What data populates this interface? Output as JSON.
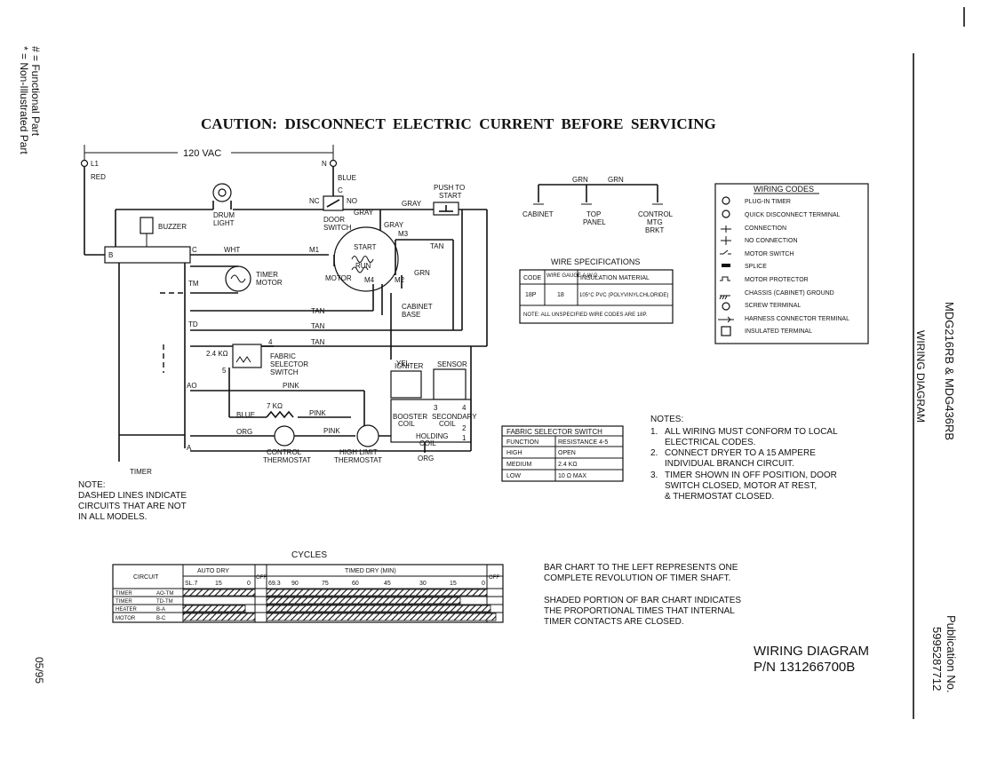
{
  "side_notes": {
    "functional": "# = Functional Part",
    "non_illustrated": "* = Non-Illustrated Part",
    "date": "05/95"
  },
  "right_margin": {
    "models": "MDG216RB & MDG436RB",
    "doc_type": "WIRING DIAGRAM",
    "publication_label": "Publication No.",
    "publication_no": "5995287712"
  },
  "caution": "CAUTION:  DISCONNECT  ELECTRIC  CURRENT  BEFORE  SERVICING",
  "circuit_labels": {
    "vac": "120 VAC",
    "l1": "L1",
    "n": "N",
    "red": "RED",
    "blue": "BLUE",
    "c": "C",
    "nc": "NC",
    "no": "NO",
    "door_switch": [
      "DOOR",
      "SWITCH"
    ],
    "gray": "GRAY",
    "push_to_start": [
      "PUSH TO",
      "START"
    ],
    "drum_light": [
      "DRUM",
      "LIGHT"
    ],
    "buzzer": "BUZZER",
    "wht": "WHT",
    "timer_motor": [
      "TIMER",
      "MOTOR"
    ],
    "tm": "TM",
    "td": "TD",
    "ao": "AO",
    "a": "A",
    "b": "B",
    "c_term": "C",
    "m1": "M1",
    "m2": "M2",
    "m3": "M3",
    "m4": "M4",
    "motor": "MOTOR",
    "start": "START",
    "run": "RUN",
    "tan": "TAN",
    "grn": "GRN",
    "cabinet_base": [
      "CABINET",
      "BASE"
    ],
    "fabric_selector_switch": [
      "FABRIC",
      "SELECTOR",
      "SWITCH"
    ],
    "res_24": "2.4 KΩ",
    "res_7": "7 KΩ",
    "term_4": "4",
    "term_5": "5",
    "pink": "PINK",
    "yel": "YEL",
    "org": "ORG",
    "control_thermostat": [
      "CONTROL",
      "THERMOSTAT"
    ],
    "high_limit_thermostat": [
      "HIGH LIMIT",
      "THERMOSTAT"
    ],
    "timer": "TIMER",
    "booster_coil": [
      "BOOSTER",
      "COIL"
    ],
    "secondary_coil": [
      "SECONDARY",
      "COIL"
    ],
    "holding_coil": [
      "HOLDING",
      "COIL"
    ],
    "sensor": "SENSOR",
    "igniter": "IGNITER",
    "coil_terms": [
      "3",
      "4",
      "2",
      "1"
    ],
    "cabinet": "CABINET",
    "top_panel": [
      "TOP",
      "PANEL"
    ],
    "control_mtg_brkt": [
      "CONTROL",
      "MTG",
      "BRKT"
    ],
    "grn_a": "GRN",
    "grn_b": "GRN"
  },
  "wire_specs": {
    "title": "WIRE SPECIFICATIONS",
    "headers": [
      "CODE",
      "WIRE GAUGE A.W.G.",
      "INSULATION MATERIAL"
    ],
    "row": [
      "18P",
      "18",
      "105°C PVC (POLYVINYLCHLORIDE)"
    ],
    "note": "NOTE: ALL UNSPECIFIED WIRE CODES ARE 18P."
  },
  "wiring_codes": {
    "title": "WIRING CODES",
    "items": [
      "PLUG-IN TIMER",
      "QUICK DISCONNECT TERMINAL",
      "CONNECTION",
      "NO CONNECTION",
      "MOTOR SWITCH",
      "SPLICE",
      "MOTOR PROTECTOR",
      "CHASSIS (CABINET) GROUND",
      "SCREW TERMINAL",
      "HARNESS CONNECTOR TERMINAL",
      "INSULATED TERMINAL"
    ]
  },
  "fabric_table": {
    "title": "FABRIC SELECTOR SWITCH",
    "headers": [
      "FUNCTION",
      "RESISTANCE 4-5"
    ],
    "rows": [
      [
        "HIGH",
        "OPEN"
      ],
      [
        "MEDIUM",
        "2.4 KΩ"
      ],
      [
        "LOW",
        "10 Ω MAX"
      ]
    ]
  },
  "notes": {
    "title": "NOTES:",
    "items": [
      [
        "1.",
        "ALL WIRING MUST CONFORM TO LOCAL",
        "ELECTRICAL CODES."
      ],
      [
        "2.",
        "CONNECT DRYER TO A 15 AMPERE",
        "INDIVIDUAL BRANCH CIRCUIT."
      ],
      [
        "3.",
        "TIMER SHOWN IN OFF POSITION, DOOR",
        "SWITCH CLOSED, MOTOR AT REST,",
        "& THERMOSTAT CLOSED."
      ]
    ]
  },
  "dashed_note": [
    "NOTE:",
    "DASHED LINES INDICATE",
    "CIRCUITS THAT ARE NOT",
    "IN ALL MODELS."
  ],
  "cycles": {
    "title": "CYCLES",
    "circuit_header": "CIRCUIT",
    "auto_dry": "AUTO DRY",
    "timed_dry": "TIMED DRY (MIN)",
    "auto_ticks": [
      "SL.7",
      "15",
      "0"
    ],
    "timed_ticks": [
      "69.3",
      "90",
      "75",
      "60",
      "45",
      "30",
      "15",
      "0"
    ],
    "off": "OFF",
    "rows": [
      {
        "name": "TIMER",
        "contacts": "AO-TM"
      },
      {
        "name": "TIMER",
        "contacts": "TD-TM"
      },
      {
        "name": "HEATER",
        "contacts": "B-A"
      },
      {
        "name": "MOTOR",
        "contacts": "B-C"
      }
    ]
  },
  "bar_notes": [
    "BAR CHART TO THE LEFT REPRESENTS ONE",
    "COMPLETE REVOLUTION OF TIMER SHAFT.",
    "SHADED PORTION OF BAR CHART INDICATES",
    "THE PROPORTIONAL TIMES THAT INTERNAL",
    "TIMER CONTACTS ARE CLOSED."
  ],
  "footer": {
    "line1": "WIRING DIAGRAM",
    "line2": "P/N 131266700B"
  }
}
